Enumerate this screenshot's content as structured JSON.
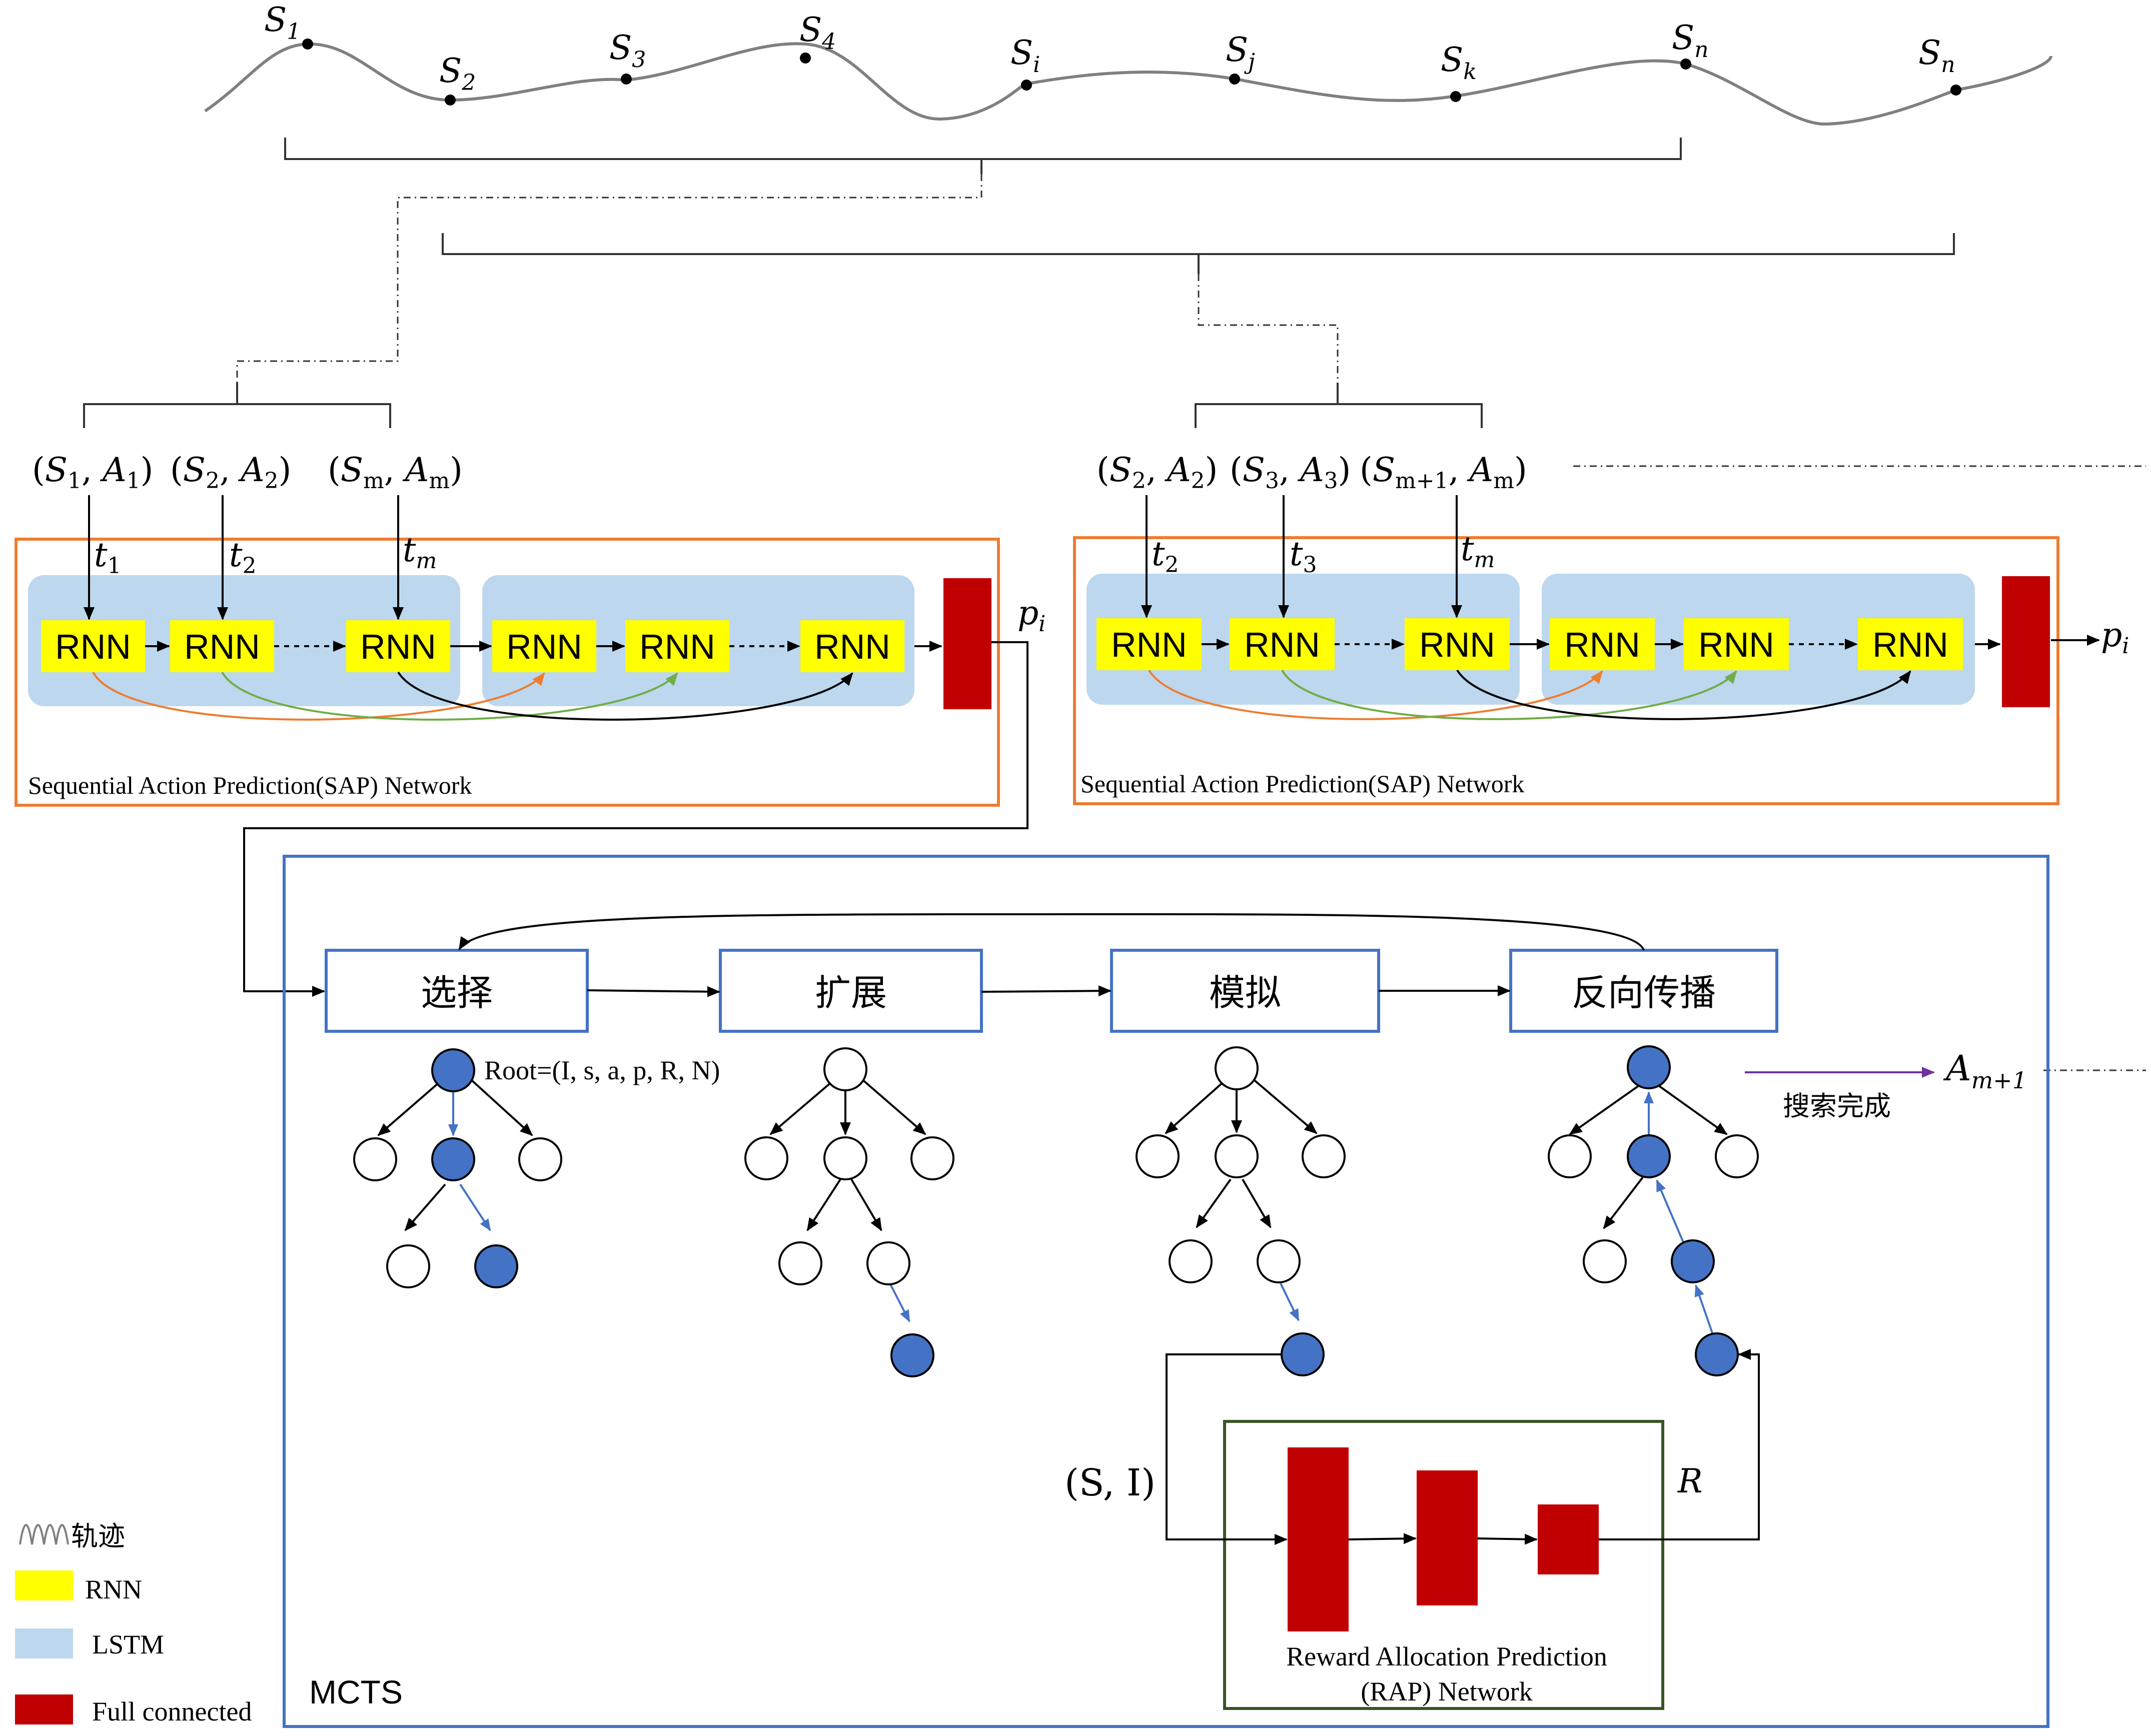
{
  "colors": {
    "rnn": "#ffff00",
    "lstm": "#bdd7ee",
    "fc": "#c00000",
    "sap_border": "#ed7d31",
    "mcts_border": "#4472c4",
    "rap_border": "#375623",
    "node_fill": "#4472c4",
    "arrow_orange": "#ed7d31",
    "arrow_green": "#70ad47",
    "arrow_purple": "#7030a0"
  },
  "trajectory": {
    "point_labels": [
      {
        "base": "S",
        "sub": "1"
      },
      {
        "base": "S",
        "sub": "2"
      },
      {
        "base": "S",
        "sub": "3"
      },
      {
        "base": "S",
        "sub": "4"
      },
      {
        "base": "S",
        "sub": "i"
      },
      {
        "base": "S",
        "sub": "j"
      },
      {
        "base": "S",
        "sub": "k"
      },
      {
        "base": "S",
        "sub": "n"
      },
      {
        "base": "S",
        "sub": "n"
      }
    ]
  },
  "left_sap": {
    "inputs": [
      {
        "s": "1",
        "a": "1",
        "t": "1"
      },
      {
        "s": "2",
        "a": "2",
        "t": "2"
      },
      {
        "s": "m",
        "a": "m",
        "t": "m"
      }
    ],
    "rnn_label": "RNN",
    "title": "Sequential  Action Prediction(SAP) Network",
    "output": {
      "base": "p",
      "sub": "i"
    }
  },
  "right_sap": {
    "inputs": [
      {
        "s": "2",
        "a": "2",
        "t": "2"
      },
      {
        "s": "3",
        "a": "3",
        "t": "3"
      },
      {
        "s": "m+1",
        "a": "m",
        "t": "m"
      }
    ],
    "rnn_label": "RNN",
    "title": "Sequential  Action Prediction(SAP) Network",
    "output": {
      "base": "p",
      "sub": "i"
    }
  },
  "mcts": {
    "title": "MCTS",
    "steps": [
      "选择",
      "扩展",
      "模拟",
      "反向传播"
    ],
    "root_label": "Root=(I, s, a, p, R, N)",
    "search_done": "搜索完成",
    "result": {
      "base": "A",
      "sub": "m+1"
    },
    "rap_input": "(S, I)",
    "rap_output": "R",
    "rap_title_line1": "Reward Allocation Prediction",
    "rap_title_line2": "(RAP) Network"
  },
  "legend": {
    "trajectory": "轨迹",
    "rnn": "RNN",
    "lstm": "LSTM",
    "fc": "Full connected"
  }
}
